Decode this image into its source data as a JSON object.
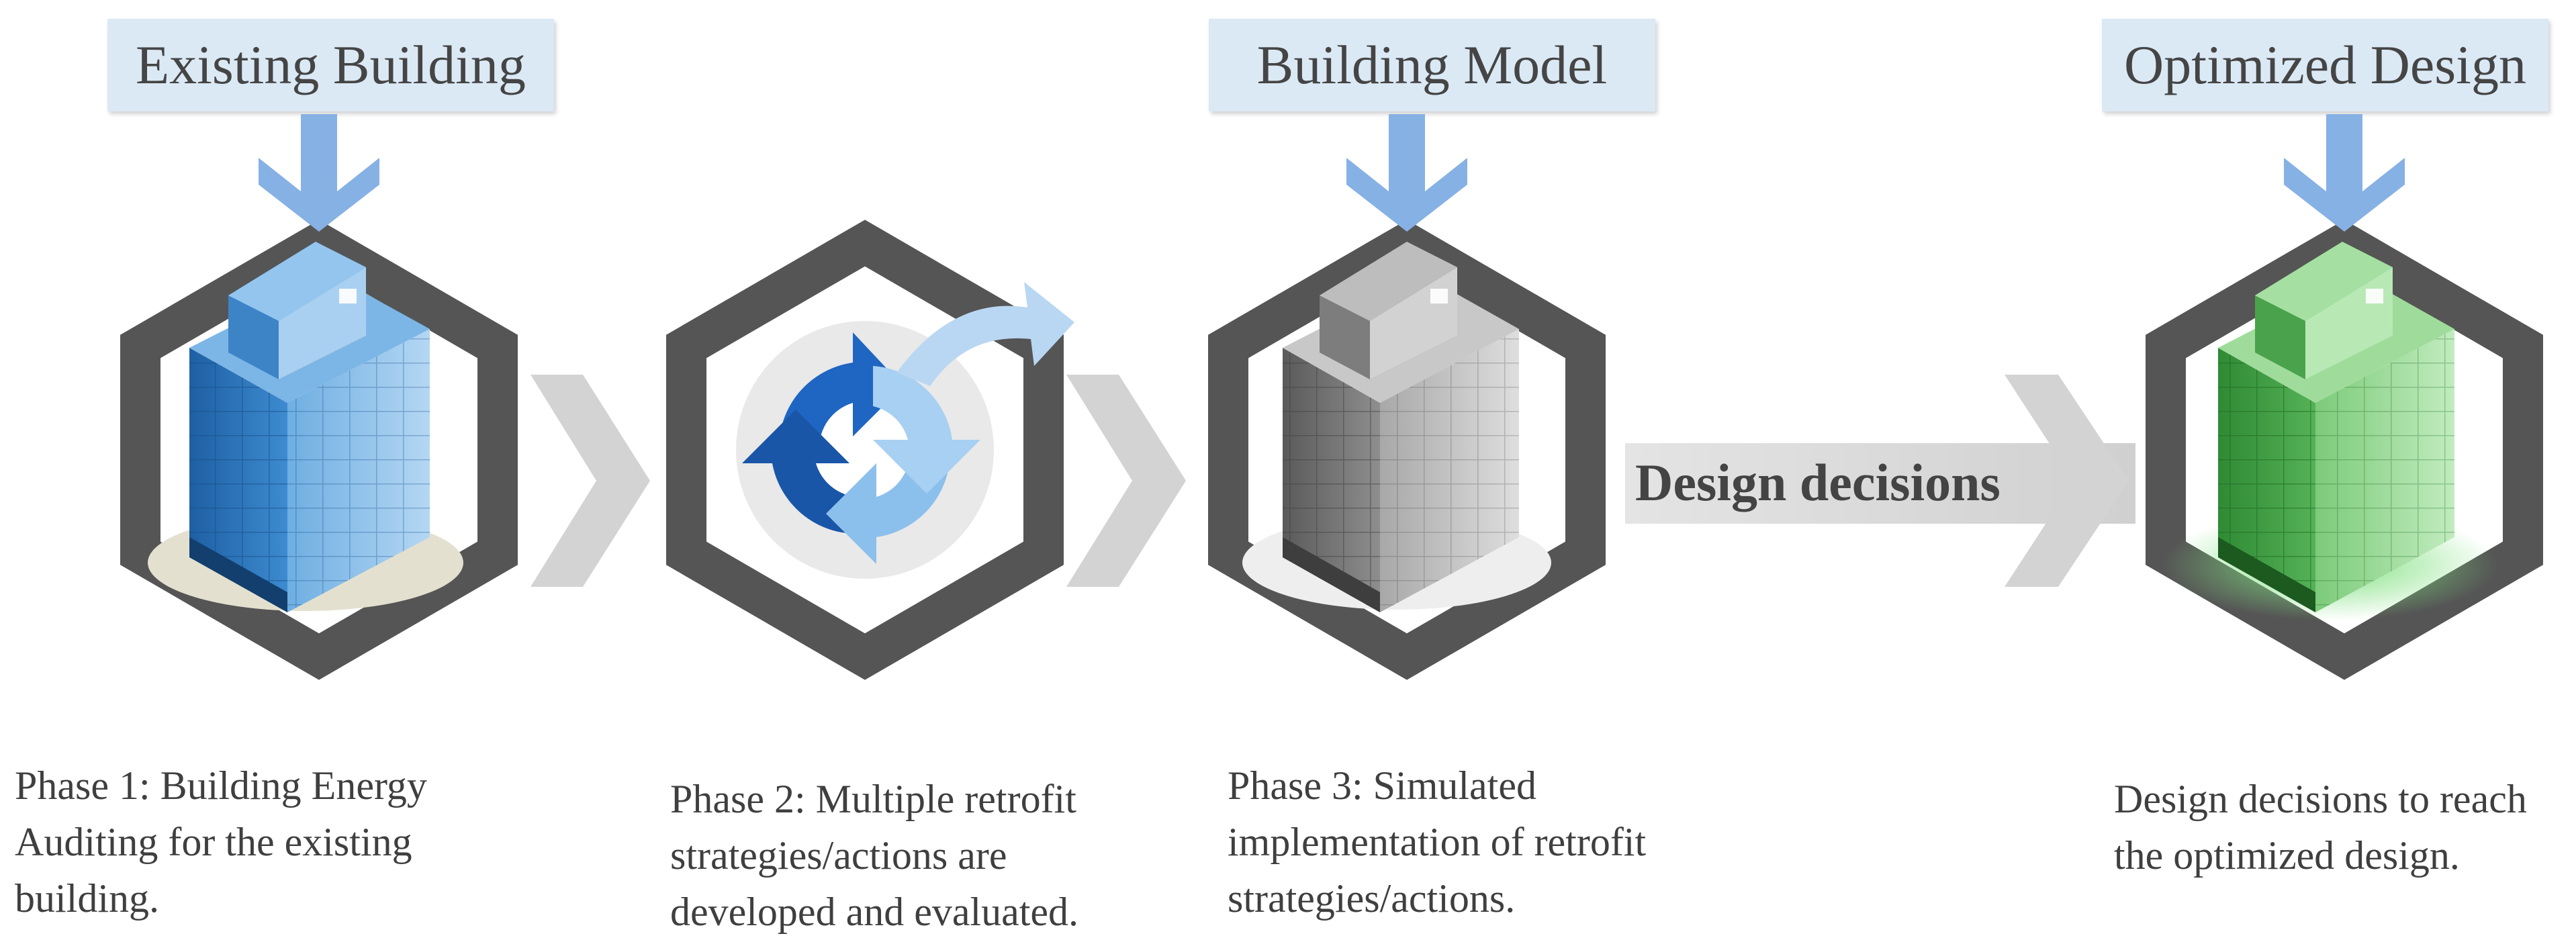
{
  "labels": {
    "existing_building": "Existing Building",
    "building_model": "Building Model",
    "optimized_design": "Optimized Design",
    "design_decisions": "Design decisions"
  },
  "captions": {
    "phase1": [
      "Phase 1: Building Energy",
      "Auditing for the existing",
      "building."
    ],
    "phase2": [
      "Phase 2: Multiple retrofit",
      "strategies/actions are",
      "developed and evaluated."
    ],
    "phase3": [
      "Phase 3: Simulated",
      "implementation of retrofit",
      "strategies/actions."
    ],
    "final": [
      "Design decisions to reach",
      "the optimized design."
    ]
  },
  "colors": {
    "hexagon": "#555555",
    "label_bg": "#dbe9f5",
    "down_arrow": "#86b1e4",
    "chevron": "#d3d3d3",
    "building_blue": "#3a7cc0",
    "building_grey": "#8a8a8a",
    "building_green": "#55b055",
    "cycle_dark": "#1f65c2",
    "cycle_light": "#8cc0ec"
  }
}
